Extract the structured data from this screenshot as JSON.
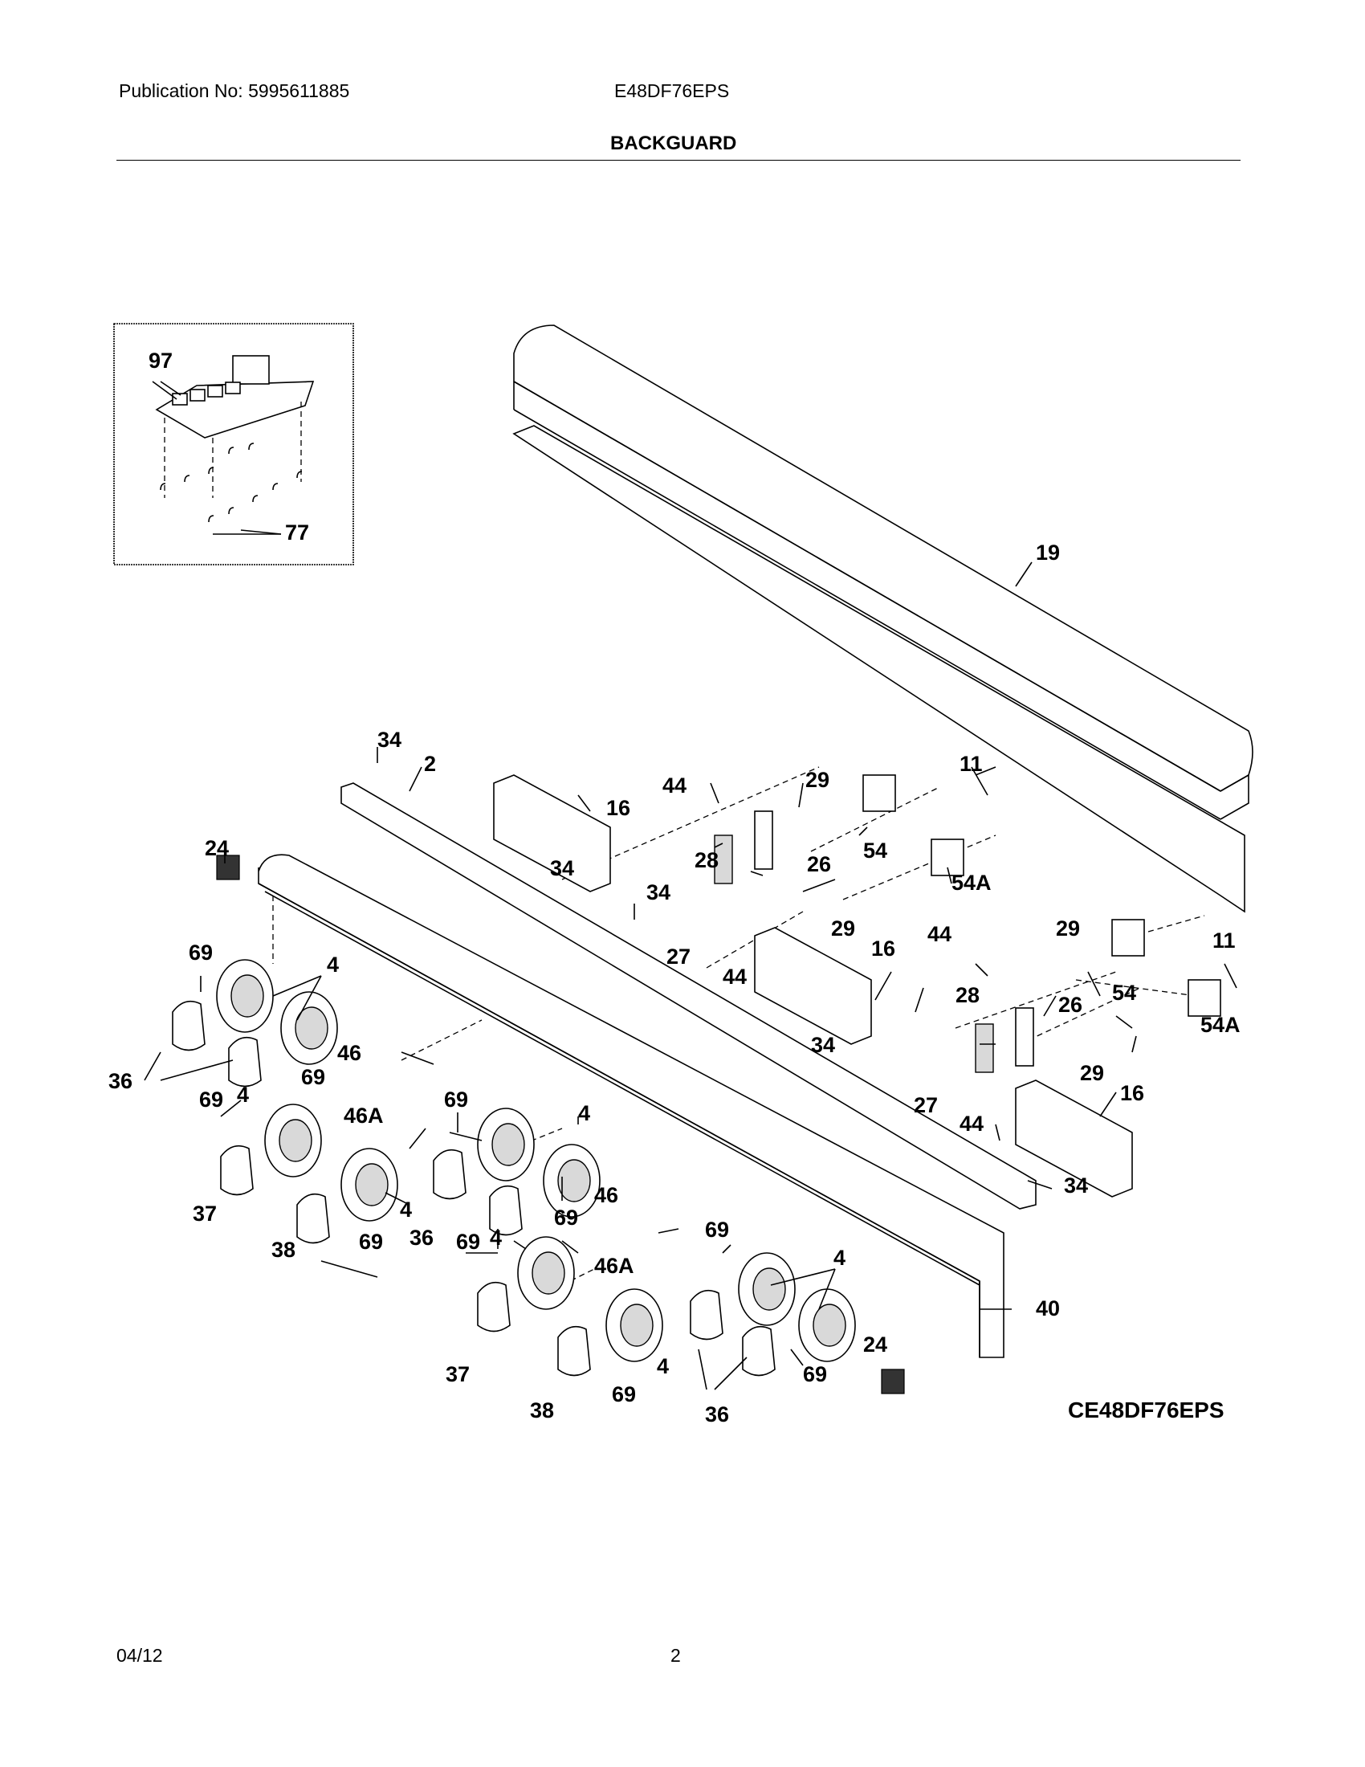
{
  "header": {
    "publication": "Publication No: 5995611885",
    "model": "E48DF76EPS",
    "section_title": "BACKGUARD"
  },
  "footer": {
    "date": "04/12",
    "page": "2"
  },
  "diagram": {
    "code": "CE48DF76EPS",
    "callouts": [
      "97",
      "77",
      "19",
      "34",
      "2",
      "16",
      "44",
      "29",
      "11",
      "24",
      "28",
      "26",
      "54",
      "54A",
      "34",
      "27",
      "29",
      "16",
      "44",
      "34",
      "29",
      "11",
      "69",
      "4",
      "44",
      "28",
      "26",
      "54",
      "54A",
      "36",
      "69",
      "46",
      "34",
      "27",
      "29",
      "16",
      "69",
      "4",
      "46A",
      "69",
      "4",
      "44",
      "37",
      "4",
      "36",
      "69",
      "34",
      "46",
      "38",
      "69",
      "69",
      "4",
      "46A",
      "69",
      "4",
      "40",
      "37",
      "24",
      "38",
      "69",
      "4",
      "36",
      "69"
    ]
  }
}
